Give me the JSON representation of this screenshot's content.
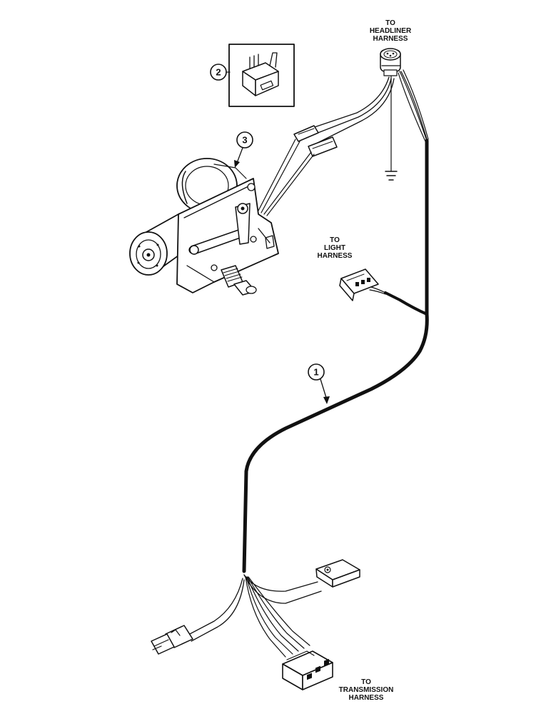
{
  "labels": {
    "headliner": [
      "TO",
      "HEADLINER",
      "HARNESS"
    ],
    "light": [
      "TO",
      "LIGHT",
      "HARNESS"
    ],
    "transmission": [
      "TO",
      "TRANSMISSION",
      "HARNESS"
    ]
  },
  "callouts": {
    "harness": "1",
    "connector": "2",
    "wiper_motor": "3"
  },
  "colors": {
    "ink": "#111111",
    "background": "#ffffff"
  }
}
